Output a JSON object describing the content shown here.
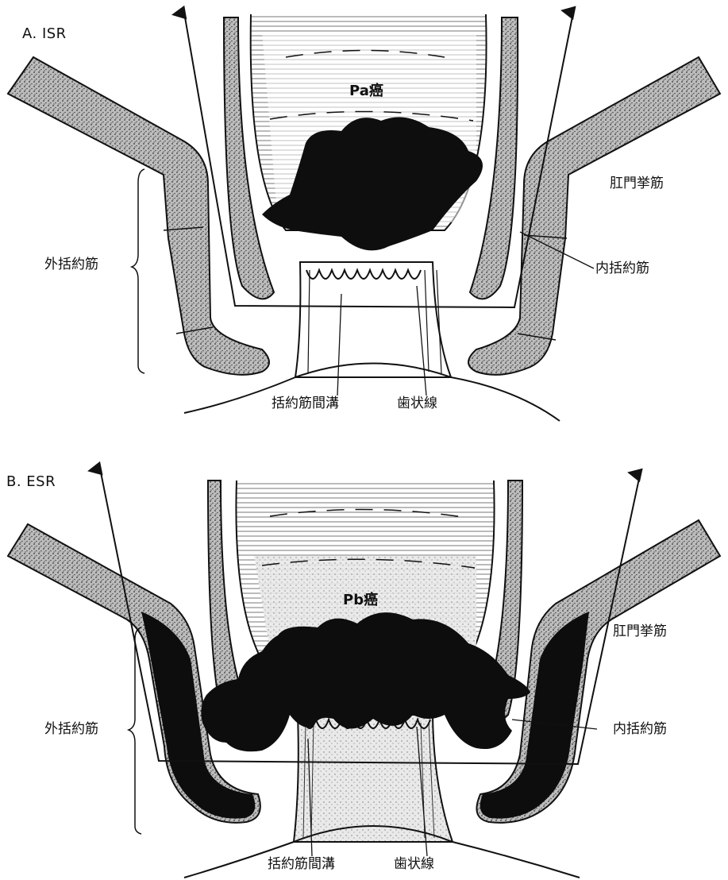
{
  "panels": [
    {
      "title": "A.  ISR",
      "tumor": "Pa癌",
      "labels": {
        "levator": "肛門挙筋",
        "internal_sphincter": "内括約筋",
        "external_sphincter": "外括約筋",
        "intersphincteric_groove": "括約筋間溝",
        "dentate_line": "歯状線"
      }
    },
    {
      "title": "B.  ESR",
      "tumor": "Pb癌",
      "labels": {
        "levator": "肛門挙筋",
        "internal_sphincter": "内括約筋",
        "external_sphincter": "外括約筋",
        "intersphincteric_groove": "括約筋間溝",
        "dentate_line": "歯状線"
      }
    }
  ],
  "colors": {
    "ink": "#111111",
    "stipple": "#555555",
    "tumor": "#0d0d0d",
    "background": "#ffffff"
  }
}
